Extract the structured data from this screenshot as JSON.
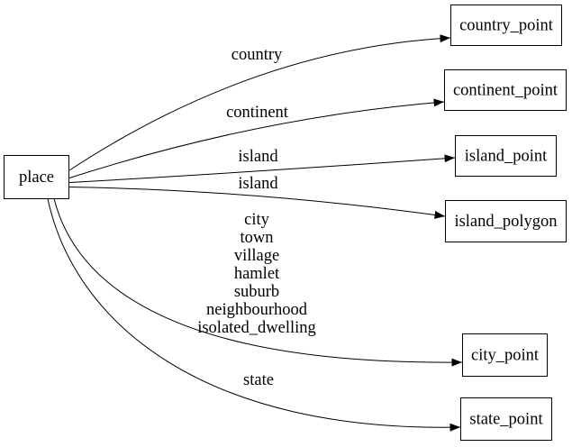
{
  "diagram": {
    "type": "directed-graph",
    "direction": "left-to-right",
    "background_color": "#ffffff",
    "node_fill_color": "#ffffff",
    "node_border_color": "#000000",
    "edge_color": "#000000",
    "text_color": "#000000",
    "nodes": [
      {
        "id": "place",
        "label": "place"
      },
      {
        "id": "country_point",
        "label": "country_point"
      },
      {
        "id": "continent_point",
        "label": "continent_point"
      },
      {
        "id": "island_point",
        "label": "island_point"
      },
      {
        "id": "island_polygon",
        "label": "island_polygon"
      },
      {
        "id": "city_point",
        "label": "city_point"
      },
      {
        "id": "state_point",
        "label": "state_point"
      }
    ],
    "edges": [
      {
        "from": "place",
        "to": "country_point",
        "label": "country"
      },
      {
        "from": "place",
        "to": "continent_point",
        "label": "continent"
      },
      {
        "from": "place",
        "to": "island_point",
        "label": "island"
      },
      {
        "from": "place",
        "to": "island_polygon",
        "label": "island"
      },
      {
        "from": "place",
        "to": "city_point",
        "label_lines": [
          "city",
          "town",
          "village",
          "hamlet",
          "suburb",
          "neighbourhood",
          "isolated_dwelling"
        ]
      },
      {
        "from": "place",
        "to": "state_point",
        "label": "state"
      }
    ]
  }
}
